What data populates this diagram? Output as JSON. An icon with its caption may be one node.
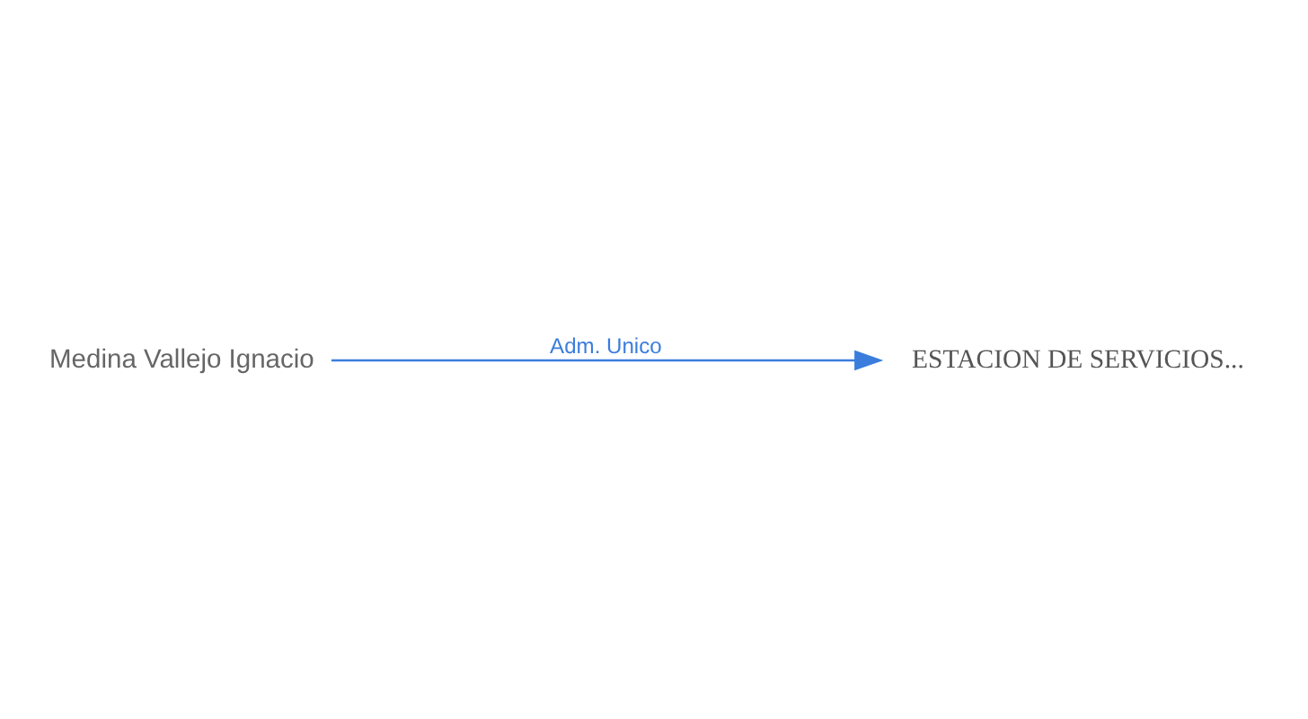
{
  "diagram": {
    "nodes": [
      {
        "text": [
          "Medina Vallejo Ignacio"
        ]
      },
      {
        "text": [
          "ESTACION DE SERVICIOS..."
        ]
      }
    ],
    "edges": [
      {
        "from": 0,
        "to": 1,
        "arrow": "to",
        "label": "Adm. Unico"
      }
    ]
  }
}
